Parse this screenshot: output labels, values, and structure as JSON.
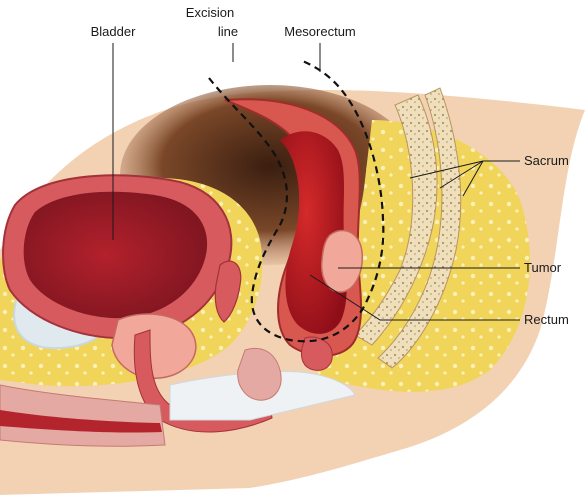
{
  "labels": {
    "bladder": "Bladder",
    "excision_line_1": "Excision",
    "excision_line_2": "line",
    "mesorectum": "Mesorectum",
    "sacrum": "Sacrum",
    "tumor": "Tumor",
    "rectum": "Rectum"
  },
  "colors": {
    "background": "#ffffff",
    "skin": "#f3d2b4",
    "skin_edge": "#e3b08d",
    "fat": "#f0d860",
    "fat_light": "#f7e890",
    "bladder_wall": "#d65a5e",
    "bladder_inner": "#9a1b26",
    "rectum_wall": "#d8574f",
    "rectum_inner": "#b3131d",
    "tumor": "#f1a89b",
    "bone": "#efe2c4",
    "bowel_shadow": "#6b3a22",
    "leader_line": "#1a1a1a",
    "excision_line": "#111111"
  }
}
